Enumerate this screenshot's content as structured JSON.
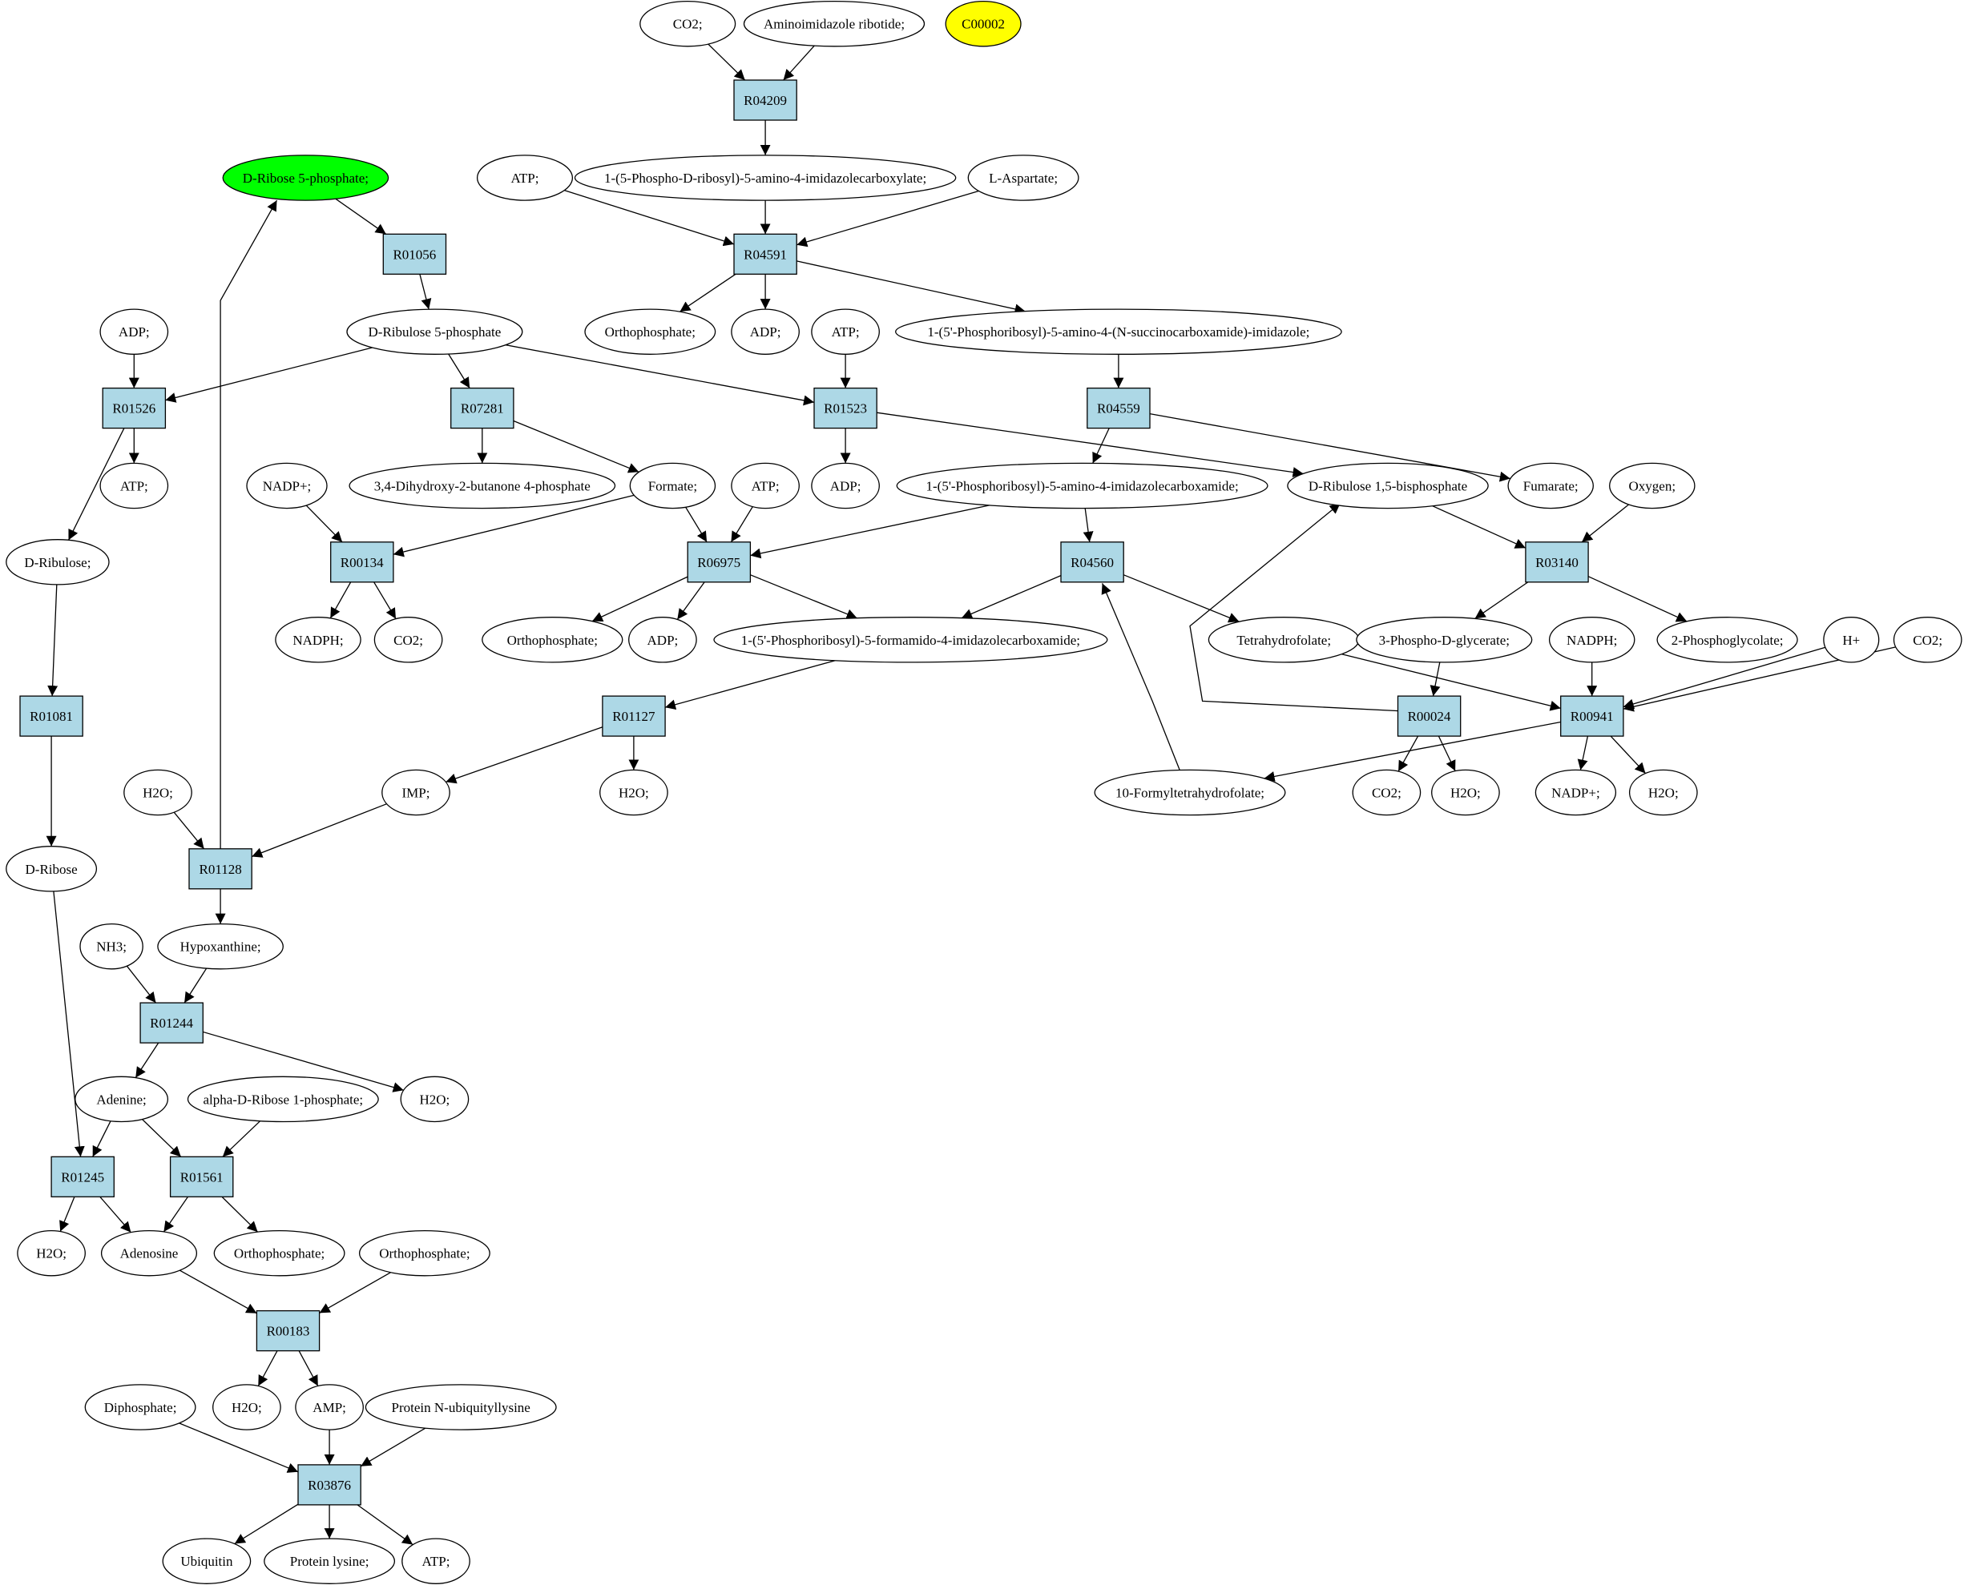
{
  "diagram": {
    "colors": {
      "reaction_fill": "#add8e6",
      "metabolite_fill": "#ffffff",
      "source_fill": "#00ff00",
      "query_fill": "#ffff00",
      "stroke": "#000000"
    },
    "nodes": [
      {
        "id": "co2_top",
        "label": "CO2;",
        "kind": "metabolite"
      },
      {
        "id": "air",
        "label": "Aminoimidazole ribotide;",
        "kind": "metabolite"
      },
      {
        "id": "c00002",
        "label": "C00002",
        "kind": "query"
      },
      {
        "id": "R04209",
        "label": "R04209",
        "kind": "reaction"
      },
      {
        "id": "d_ribose5p_src",
        "label": "D-Ribose 5-phosphate;",
        "kind": "source"
      },
      {
        "id": "atp_a",
        "label": "ATP;",
        "kind": "metabolite"
      },
      {
        "id": "cair",
        "label": "1-(5-Phospho-D-ribosyl)-5-amino-4-imidazolecarboxylate;",
        "kind": "metabolite"
      },
      {
        "id": "asp",
        "label": "L-Aspartate;",
        "kind": "metabolite"
      },
      {
        "id": "R01056",
        "label": "R01056",
        "kind": "reaction"
      },
      {
        "id": "R04591",
        "label": "R04591",
        "kind": "reaction"
      },
      {
        "id": "adp_l",
        "label": "ADP;",
        "kind": "metabolite"
      },
      {
        "id": "ribu5p",
        "label": "D-Ribulose 5-phosphate",
        "kind": "metabolite"
      },
      {
        "id": "pi_a",
        "label": "Orthophosphate;",
        "kind": "metabolite"
      },
      {
        "id": "adp_a",
        "label": "ADP;",
        "kind": "metabolite"
      },
      {
        "id": "atp_b",
        "label": "ATP;",
        "kind": "metabolite"
      },
      {
        "id": "saicar",
        "label": "1-(5'-Phosphoribosyl)-5-amino-4-(N-succinocarboxamide)-imidazole;",
        "kind": "metabolite"
      },
      {
        "id": "R01526",
        "label": "R01526",
        "kind": "reaction"
      },
      {
        "id": "R07281",
        "label": "R07281",
        "kind": "reaction"
      },
      {
        "id": "R01523",
        "label": "R01523",
        "kind": "reaction"
      },
      {
        "id": "R04559",
        "label": "R04559",
        "kind": "reaction"
      },
      {
        "id": "atp_l",
        "label": "ATP;",
        "kind": "metabolite"
      },
      {
        "id": "nadp_a",
        "label": "NADP+;",
        "kind": "metabolite"
      },
      {
        "id": "dhbp",
        "label": "3,4-Dihydroxy-2-butanone 4-phosphate",
        "kind": "metabolite"
      },
      {
        "id": "formate",
        "label": "Formate;",
        "kind": "metabolite"
      },
      {
        "id": "atp_c",
        "label": "ATP;",
        "kind": "metabolite"
      },
      {
        "id": "adp_b",
        "label": "ADP;",
        "kind": "metabolite"
      },
      {
        "id": "aicar",
        "label": "1-(5'-Phosphoribosyl)-5-amino-4-imidazolecarboxamide;",
        "kind": "metabolite"
      },
      {
        "id": "rubp",
        "label": "D-Ribulose 1,5-bisphosphate",
        "kind": "metabolite"
      },
      {
        "id": "fumarate",
        "label": "Fumarate;",
        "kind": "metabolite"
      },
      {
        "id": "oxygen",
        "label": "Oxygen;",
        "kind": "metabolite"
      },
      {
        "id": "dribulose",
        "label": "D-Ribulose;",
        "kind": "metabolite"
      },
      {
        "id": "R00134",
        "label": "R00134",
        "kind": "reaction"
      },
      {
        "id": "R06975",
        "label": "R06975",
        "kind": "reaction"
      },
      {
        "id": "R04560",
        "label": "R04560",
        "kind": "reaction"
      },
      {
        "id": "R03140",
        "label": "R03140",
        "kind": "reaction"
      },
      {
        "id": "nadph_a",
        "label": "NADPH;",
        "kind": "metabolite"
      },
      {
        "id": "co2_a",
        "label": "CO2;",
        "kind": "metabolite"
      },
      {
        "id": "pi_b",
        "label": "Orthophosphate;",
        "kind": "metabolite"
      },
      {
        "id": "adp_c",
        "label": "ADP;",
        "kind": "metabolite"
      },
      {
        "id": "faicar",
        "label": "1-(5'-Phosphoribosyl)-5-formamido-4-imidazolecarboxamide;",
        "kind": "metabolite"
      },
      {
        "id": "thf",
        "label": "Tetrahydrofolate;",
        "kind": "metabolite"
      },
      {
        "id": "pga",
        "label": "3-Phospho-D-glycerate;",
        "kind": "metabolite"
      },
      {
        "id": "nadph_b",
        "label": "NADPH;",
        "kind": "metabolite"
      },
      {
        "id": "pglycolate",
        "label": "2-Phosphoglycolate;",
        "kind": "metabolite"
      },
      {
        "id": "hplus",
        "label": "H+",
        "kind": "metabolite"
      },
      {
        "id": "co2_b",
        "label": "CO2;",
        "kind": "metabolite"
      },
      {
        "id": "R01081",
        "label": "R01081",
        "kind": "reaction"
      },
      {
        "id": "R01127",
        "label": "R01127",
        "kind": "reaction"
      },
      {
        "id": "R00024",
        "label": "R00024",
        "kind": "reaction"
      },
      {
        "id": "R00941",
        "label": "R00941",
        "kind": "reaction"
      },
      {
        "id": "h2o_a",
        "label": "H2O;",
        "kind": "metabolite"
      },
      {
        "id": "imp",
        "label": "IMP;",
        "kind": "metabolite"
      },
      {
        "id": "h2o_b",
        "label": "H2O;",
        "kind": "metabolite"
      },
      {
        "id": "fthf",
        "label": "10-Formyltetrahydrofolate;",
        "kind": "metabolite"
      },
      {
        "id": "co2_c",
        "label": "CO2;",
        "kind": "metabolite"
      },
      {
        "id": "h2o_c",
        "label": "H2O;",
        "kind": "metabolite"
      },
      {
        "id": "nadp_b",
        "label": "NADP+;",
        "kind": "metabolite"
      },
      {
        "id": "h2o_d",
        "label": "H2O;",
        "kind": "metabolite"
      },
      {
        "id": "dribose",
        "label": "D-Ribose",
        "kind": "metabolite"
      },
      {
        "id": "R01128",
        "label": "R01128",
        "kind": "reaction"
      },
      {
        "id": "nh3",
        "label": "NH3;",
        "kind": "metabolite"
      },
      {
        "id": "hypox",
        "label": "Hypoxanthine;",
        "kind": "metabolite"
      },
      {
        "id": "R01244",
        "label": "R01244",
        "kind": "reaction"
      },
      {
        "id": "adenine",
        "label": "Adenine;",
        "kind": "metabolite"
      },
      {
        "id": "ar1p",
        "label": "alpha-D-Ribose 1-phosphate;",
        "kind": "metabolite"
      },
      {
        "id": "h2o_e",
        "label": "H2O;",
        "kind": "metabolite"
      },
      {
        "id": "R01245",
        "label": "R01245",
        "kind": "reaction"
      },
      {
        "id": "R01561",
        "label": "R01561",
        "kind": "reaction"
      },
      {
        "id": "h2o_f",
        "label": "H2O;",
        "kind": "metabolite"
      },
      {
        "id": "adenosine",
        "label": "Adenosine",
        "kind": "metabolite"
      },
      {
        "id": "pi_c",
        "label": "Orthophosphate;",
        "kind": "metabolite"
      },
      {
        "id": "pi_d",
        "label": "Orthophosphate;",
        "kind": "metabolite"
      },
      {
        "id": "R00183",
        "label": "R00183",
        "kind": "reaction"
      },
      {
        "id": "diphos",
        "label": "Diphosphate;",
        "kind": "metabolite"
      },
      {
        "id": "h2o_g",
        "label": "H2O;",
        "kind": "metabolite"
      },
      {
        "id": "amp",
        "label": "AMP;",
        "kind": "metabolite"
      },
      {
        "id": "pnul",
        "label": "Protein N-ubiquityllysine",
        "kind": "metabolite"
      },
      {
        "id": "R03876",
        "label": "R03876",
        "kind": "reaction"
      },
      {
        "id": "ubiquitin",
        "label": "Ubiquitin",
        "kind": "metabolite"
      },
      {
        "id": "plys",
        "label": "Protein lysine;",
        "kind": "metabolite"
      },
      {
        "id": "atp_d",
        "label": "ATP;",
        "kind": "metabolite"
      }
    ],
    "edges": [
      [
        "co2_top",
        "R04209"
      ],
      [
        "air",
        "R04209"
      ],
      [
        "R04209",
        "cair"
      ],
      [
        "atp_a",
        "R04591"
      ],
      [
        "cair",
        "R04591"
      ],
      [
        "asp",
        "R04591"
      ],
      [
        "R04591",
        "pi_a"
      ],
      [
        "R04591",
        "adp_a"
      ],
      [
        "R04591",
        "saicar"
      ],
      [
        "d_ribose5p_src",
        "R01056"
      ],
      [
        "R01056",
        "ribu5p"
      ],
      [
        "adp_l",
        "R01526"
      ],
      [
        "ribu5p",
        "R01526"
      ],
      [
        "ribu5p",
        "R07281"
      ],
      [
        "ribu5p",
        "R01523"
      ],
      [
        "atp_b",
        "R01523"
      ],
      [
        "saicar",
        "R04559"
      ],
      [
        "R01526",
        "atp_l"
      ],
      [
        "R01526",
        "dribulose"
      ],
      [
        "R07281",
        "dhbp"
      ],
      [
        "R07281",
        "formate"
      ],
      [
        "R01523",
        "adp_b"
      ],
      [
        "R01523",
        "rubp"
      ],
      [
        "R04559",
        "aicar"
      ],
      [
        "R04559",
        "fumarate"
      ],
      [
        "nadp_a",
        "R00134"
      ],
      [
        "formate",
        "R00134"
      ],
      [
        "formate",
        "R06975"
      ],
      [
        "atp_c",
        "R06975"
      ],
      [
        "aicar",
        "R06975"
      ],
      [
        "aicar",
        "R04560"
      ],
      [
        "rubp",
        "R03140"
      ],
      [
        "oxygen",
        "R03140"
      ],
      [
        "R00134",
        "nadph_a"
      ],
      [
        "R00134",
        "co2_a"
      ],
      [
        "R06975",
        "pi_b"
      ],
      [
        "R06975",
        "adp_c"
      ],
      [
        "R06975",
        "faicar"
      ],
      [
        "R04560",
        "faicar"
      ],
      [
        "R04560",
        "thf"
      ],
      [
        "R03140",
        "pga"
      ],
      [
        "R03140",
        "pglycolate"
      ],
      [
        "dribulose",
        "R01081"
      ],
      [
        "faicar",
        "R01127"
      ],
      [
        "pga",
        "R00024"
      ],
      [
        "thf",
        "R00941"
      ],
      [
        "nadph_b",
        "R00941"
      ],
      [
        "hplus",
        "R00941"
      ],
      [
        "co2_b",
        "R00941"
      ],
      [
        "R00024",
        "rubp"
      ],
      [
        "R00941",
        "fthf"
      ],
      [
        "fthf",
        "R04560"
      ],
      [
        "R01081",
        "dribose"
      ],
      [
        "R01127",
        "imp"
      ],
      [
        "R01127",
        "h2o_b"
      ],
      [
        "R00024",
        "co2_c"
      ],
      [
        "R00024",
        "h2o_c"
      ],
      [
        "R00941",
        "nadp_b"
      ],
      [
        "R00941",
        "h2o_d"
      ],
      [
        "h2o_a",
        "R01128"
      ],
      [
        "imp",
        "R01128"
      ],
      [
        "R01128",
        "d_ribose5p_src"
      ],
      [
        "R01128",
        "hypox"
      ],
      [
        "nh3",
        "R01244"
      ],
      [
        "hypox",
        "R01244"
      ],
      [
        "R01244",
        "adenine"
      ],
      [
        "R01244",
        "h2o_e"
      ],
      [
        "dribose",
        "R01245"
      ],
      [
        "adenine",
        "R01245"
      ],
      [
        "adenine",
        "R01561"
      ],
      [
        "ar1p",
        "R01561"
      ],
      [
        "R01245",
        "h2o_f"
      ],
      [
        "R01245",
        "adenosine"
      ],
      [
        "R01561",
        "adenosine"
      ],
      [
        "R01561",
        "pi_c"
      ],
      [
        "adenosine",
        "R00183"
      ],
      [
        "pi_d",
        "R00183"
      ],
      [
        "R00183",
        "h2o_g"
      ],
      [
        "R00183",
        "amp"
      ],
      [
        "diphos",
        "R03876"
      ],
      [
        "amp",
        "R03876"
      ],
      [
        "pnul",
        "R03876"
      ],
      [
        "R03876",
        "ubiquitin"
      ],
      [
        "R03876",
        "plys"
      ],
      [
        "R03876",
        "atp_d"
      ]
    ]
  }
}
